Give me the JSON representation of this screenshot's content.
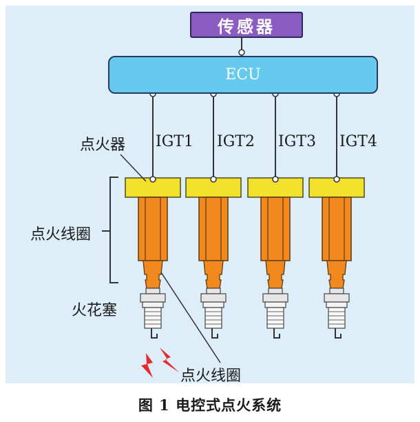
{
  "sensor_label": "传感器",
  "ecu_label": "ECU",
  "signals": [
    "IGT1",
    "IGT2",
    "IGT3",
    "IGT4"
  ],
  "labels": {
    "igniter": "点火器",
    "ignition_coil": "点火线圈",
    "spark_plug": "火花塞",
    "ignition_coil_bottom": "点火线圈"
  },
  "caption": "图 1 电控式点火系统",
  "colors": {
    "background": "#ddeef9",
    "sensor": "#8a5bc1",
    "ecu": "#66c9ef",
    "igniter": "#f2e22e",
    "coil": "#f1891e",
    "spark": "#e52b2b"
  }
}
